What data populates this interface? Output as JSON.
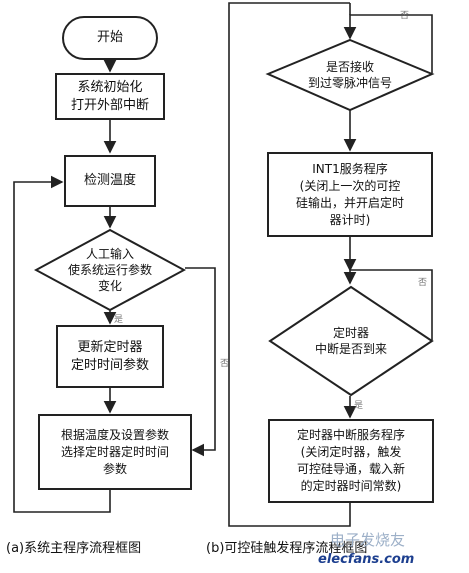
{
  "left_chart": {
    "start": "开始",
    "init": [
      "系统初始化",
      "打开外部中断"
    ],
    "detect": "检测温度",
    "decision": [
      "人工输入",
      "使系统运行参数",
      "变化"
    ],
    "update": [
      "更新定时器",
      "定时时间参数"
    ],
    "select": [
      "根据温度及设置参数",
      "选择定时器定时时间",
      "参数"
    ],
    "yes_label": "是",
    "no_label": "否"
  },
  "right_chart": {
    "decision1": [
      "是否接收",
      "到过零脉冲信号"
    ],
    "int1": [
      "INT1服务程序",
      "(关闭上一次的可控",
      "硅输出，并开启定时",
      "器计时)"
    ],
    "decision2": [
      "定时器",
      "中断是否到来"
    ],
    "timer_isr": [
      "定时器中断服务程序",
      "(关闭定时器，触发",
      "可控硅导通，载入新",
      "的定时器时间常数)"
    ],
    "yes_label": "是",
    "no_label": "否"
  },
  "captions": {
    "left": "(a)系统主程序流程框图",
    "right": "(b)可控硅触发程序流程框图"
  },
  "watermark": {
    "cn": "电子发烧友",
    "en": "elecfans.com"
  }
}
